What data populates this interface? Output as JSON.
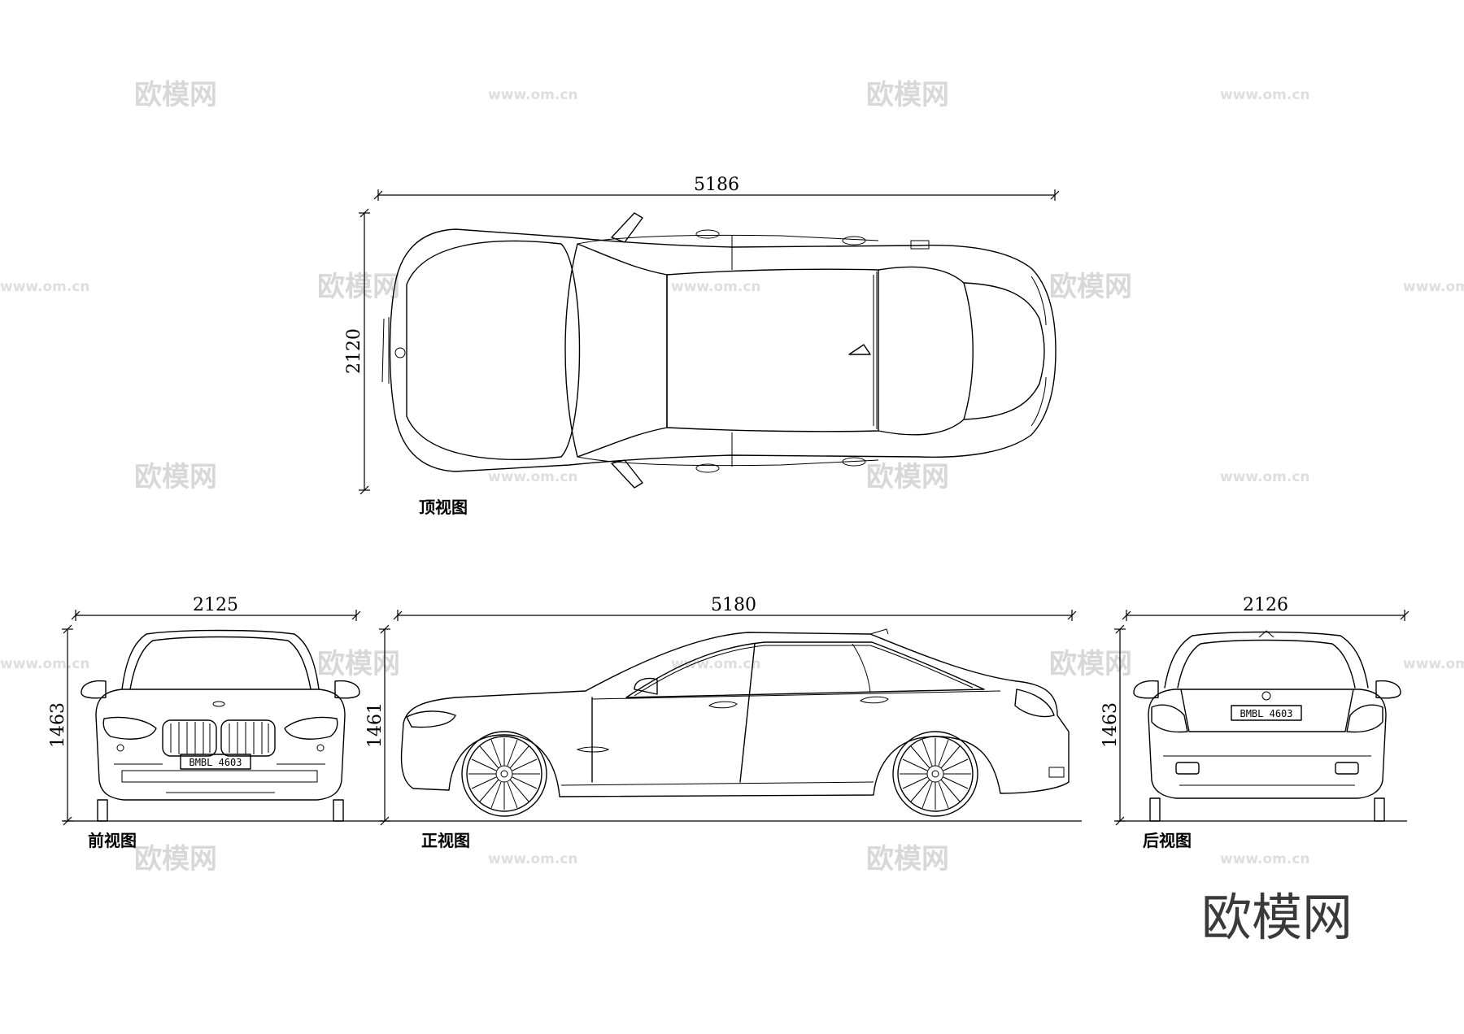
{
  "watermark": {
    "brand": "欧模网",
    "url": "www.om.cn"
  },
  "brand_logo": "欧模网",
  "views": {
    "top": {
      "label": "顶视图",
      "length_dim": "5186",
      "width_dim": "2120"
    },
    "front": {
      "label": "前视图",
      "width_dim": "2125",
      "height_dim": "1463",
      "plate": "BMBL 4603"
    },
    "side": {
      "label": "正视图",
      "length_dim": "5180",
      "height_dim": "1461"
    },
    "rear": {
      "label": "后视图",
      "width_dim": "2126",
      "height_dim": "1463",
      "plate": "BMBL 4603"
    }
  },
  "colors": {
    "ink": "#000000",
    "watermark": "#d8d8d8",
    "brand": "#3a3a3a"
  }
}
